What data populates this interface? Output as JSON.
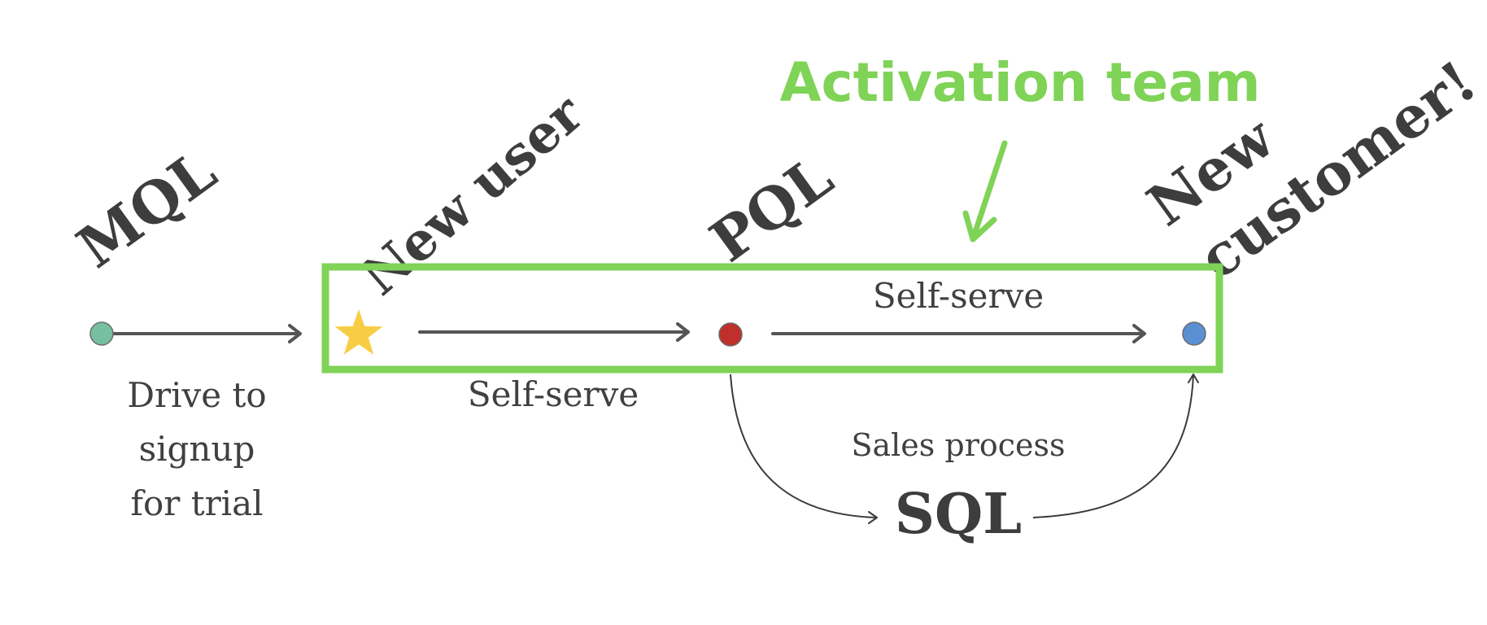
{
  "diagram": {
    "milestones": {
      "mql": "MQL",
      "new_user": "New user",
      "pql": "PQL",
      "new_customer_line1": "New",
      "new_customer_line2": "customer!",
      "sql": "SQL"
    },
    "stage_labels": {
      "drive_to_signup": [
        "Drive to",
        "signup",
        "for trial"
      ],
      "self_serve_lower": "Self-serve",
      "self_serve_upper": "Self-serve",
      "sales_process": "Sales process"
    },
    "highlight": {
      "label": "Activation team",
      "color": "#7fd357"
    },
    "nodes": [
      {
        "id": "mql-node",
        "shape": "circle",
        "color": "#76c0a0"
      },
      {
        "id": "new-user-node",
        "shape": "star",
        "color": "#f8cd46"
      },
      {
        "id": "pql-node",
        "shape": "circle",
        "color": "#c0302a"
      },
      {
        "id": "customer-node",
        "shape": "circle",
        "color": "#5b8fd4"
      }
    ],
    "text_color": "#404040",
    "arrow_color": "#555555"
  }
}
